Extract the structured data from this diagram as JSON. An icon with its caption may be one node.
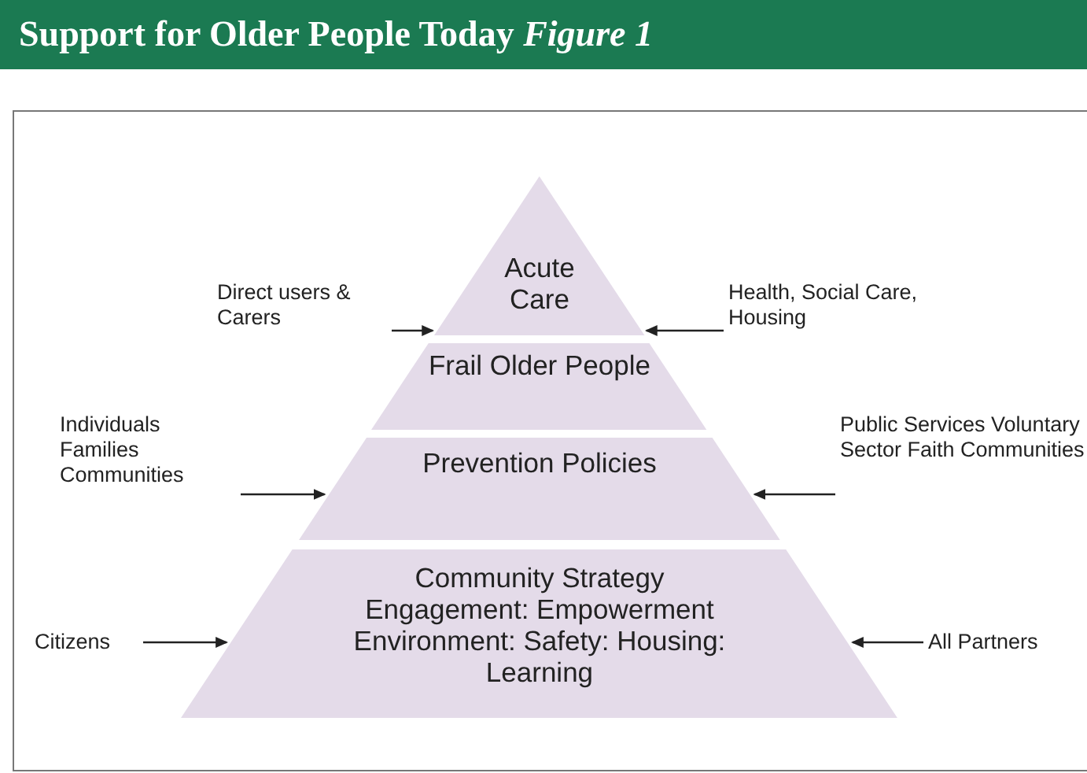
{
  "diagram": {
    "title": "Support for Older People Today *Figure 1*",
    "nodes": [
      {
        "text": [
          "Acute Care"
        ]
      },
      {
        "text": [
          "Frail Older People"
        ]
      },
      {
        "text": [
          "Prevention Policies"
        ]
      },
      {
        "text": [
          "Community Strategy Engagement: Empowerment Environment: Safety: Housing: Learning"
        ]
      },
      {
        "text": [
          "Direct users & Carers"
        ]
      },
      {
        "text": [
          "Health, Social Care, Housing"
        ]
      },
      {
        "text": [
          "Individuals Families Communities"
        ]
      },
      {
        "text": [
          "Public Services Voluntary Sector Faith Communities"
        ]
      },
      {
        "text": [
          "Citizens"
        ]
      },
      {
        "text": [
          "All Partners"
        ]
      }
    ],
    "edges": [
      {
        "from": 4,
        "to": 0,
        "arrow": "to"
      },
      {
        "from": 5,
        "to": 0,
        "arrow": "to"
      },
      {
        "from": 6,
        "to": 2,
        "arrow": "to"
      },
      {
        "from": 7,
        "to": 2,
        "arrow": "to"
      },
      {
        "from": 8,
        "to": 3,
        "arrow": "to"
      },
      {
        "from": 9,
        "to": 3,
        "arrow": "to"
      }
    ]
  }
}
